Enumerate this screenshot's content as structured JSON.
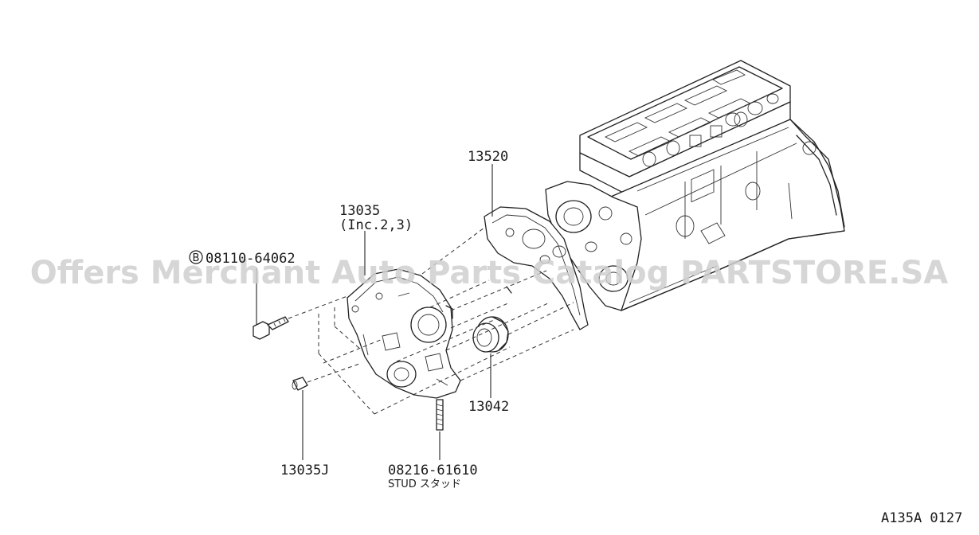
{
  "parts": {
    "p13520": "13520",
    "p13035": "13035",
    "p13035_note": "(Inc.2,3)",
    "bolt": "08110-64062",
    "bolt_marker": "B",
    "p13042": "13042",
    "p13035j": "13035J",
    "stud": "08216-61610",
    "stud_desc": "STUD スタッド"
  },
  "watermark": "Offers Merchant Auto Parts Catalog PARTSTORE.SA",
  "diagram_code": "A135A 0127"
}
